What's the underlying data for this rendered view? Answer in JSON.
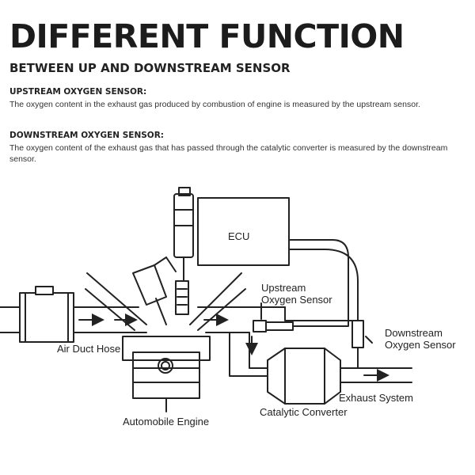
{
  "header": {
    "title": "DIFFERENT FUNCTION",
    "subtitle": "BETWEEN UP AND DOWNSTREAM SENSOR"
  },
  "sections": [
    {
      "heading": "UPSTREAM OXYGEN SENSOR:",
      "body": "The oxygen content in the exhaust gas produced by combustion of engine is measured by the upstream sensor."
    },
    {
      "heading": "DOWNSTREAM OXYGEN SENSOR:",
      "body": "The oxygen content of the exhaust gas that has passed through the catalytic converter is measured by the downstream sensor."
    }
  ],
  "diagram": {
    "labels": {
      "ecu": "ECU",
      "upstream_line1": "Upstream",
      "upstream_line2": "Oxygen Sensor",
      "downstream_line1": "Downstream",
      "downstream_line2": "Oxygen Sensor",
      "air_duct": "Air Duct Hose",
      "exhaust": "Exhaust System",
      "engine": "Automobile Engine",
      "catalytic": "Catalytic Converter"
    }
  }
}
